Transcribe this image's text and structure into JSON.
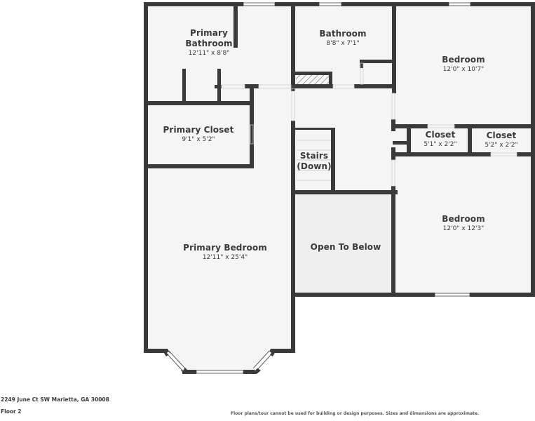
{
  "floorplan": {
    "rooms": [
      {
        "id": "primary-bathroom",
        "name_line1": "Primary",
        "name_line2": "Bathroom",
        "dims": "12'11\" x 8'8\""
      },
      {
        "id": "bathroom",
        "name": "Bathroom",
        "dims": "8'8\" x 7'1\""
      },
      {
        "id": "bedroom-top",
        "name": "Bedroom",
        "dims": "12'0\" x 10'7\""
      },
      {
        "id": "primary-closet",
        "name": "Primary Closet",
        "dims": "9'1\" x 5'2\""
      },
      {
        "id": "stairs",
        "name_line1": "Stairs",
        "name_line2": "(Down)"
      },
      {
        "id": "closet-1",
        "name": "Closet",
        "dims": "5'1\" x 2'2\""
      },
      {
        "id": "closet-2",
        "name": "Closet",
        "dims": "5'2\" x 2'2\""
      },
      {
        "id": "primary-bedroom",
        "name": "Primary Bedroom",
        "dims": "12'11\" x 25'4\""
      },
      {
        "id": "open-to-below",
        "name": "Open To Below"
      },
      {
        "id": "bedroom-bottom",
        "name": "Bedroom",
        "dims": "12'0\" x 12'3\""
      }
    ],
    "colors": {
      "wall": "#3a3a3a",
      "floor": "#f5f5f5",
      "open_to_below": "#efefef",
      "window": "#ffffff"
    }
  },
  "footer": {
    "address": "2249 June Ct SW Marietta, GA 30008",
    "floor": "Floor 2",
    "disclaimer": "Floor plans/tour cannot be used for building or design purposes. Sizes and dimensions are approximate."
  }
}
